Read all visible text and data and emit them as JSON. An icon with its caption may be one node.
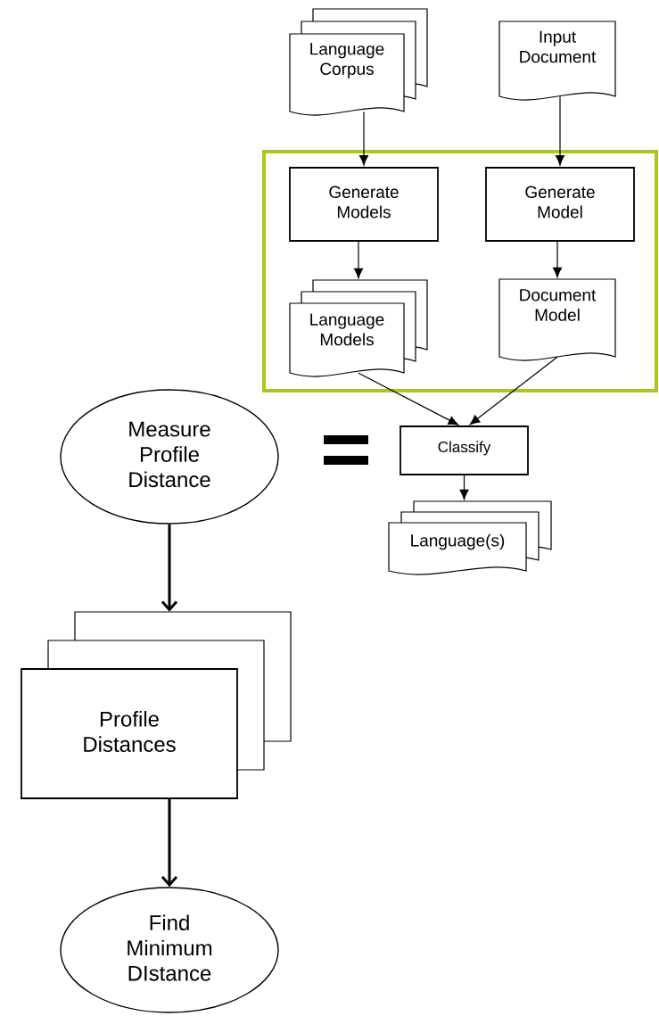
{
  "diagram": {
    "nodes": [
      {
        "text": [
          "Language Corpus"
        ]
      },
      {
        "text": [
          "Input Document"
        ]
      },
      {
        "text": [],
        "shape": "box"
      },
      {
        "text": [
          "Generate Models"
        ],
        "in": 2
      },
      {
        "text": [
          "Generate Model"
        ],
        "in": 2
      },
      {
        "text": [
          "Language Models"
        ],
        "in": 2
      },
      {
        "text": [
          "Document Model"
        ],
        "in": 2
      },
      {
        "text": [
          "Measure Profile Distance"
        ]
      },
      {
        "text": [
          "Classify"
        ]
      },
      {
        "text": [
          "Language(s)"
        ]
      },
      {
        "text": [
          "Profile Distances"
        ]
      },
      {
        "text": [
          "Find Minimum DIstance"
        ]
      }
    ],
    "edges": [
      {
        "from": 0,
        "to": 3,
        "arrow": "to"
      },
      {
        "from": 1,
        "to": 4,
        "arrow": "to"
      },
      {
        "from": 3,
        "to": 5,
        "arrow": "to"
      },
      {
        "from": 4,
        "to": 6,
        "arrow": "to"
      },
      {
        "from": 5,
        "to": 8,
        "arrow": "to"
      },
      {
        "from": 6,
        "to": 8,
        "arrow": "to"
      },
      {
        "from": 8,
        "to": 9,
        "arrow": "to"
      },
      {
        "from": 7,
        "to": 10,
        "arrow": "to",
        "style": "thick"
      },
      {
        "from": 10,
        "to": 11,
        "arrow": "to",
        "style": "thick"
      }
    ]
  }
}
